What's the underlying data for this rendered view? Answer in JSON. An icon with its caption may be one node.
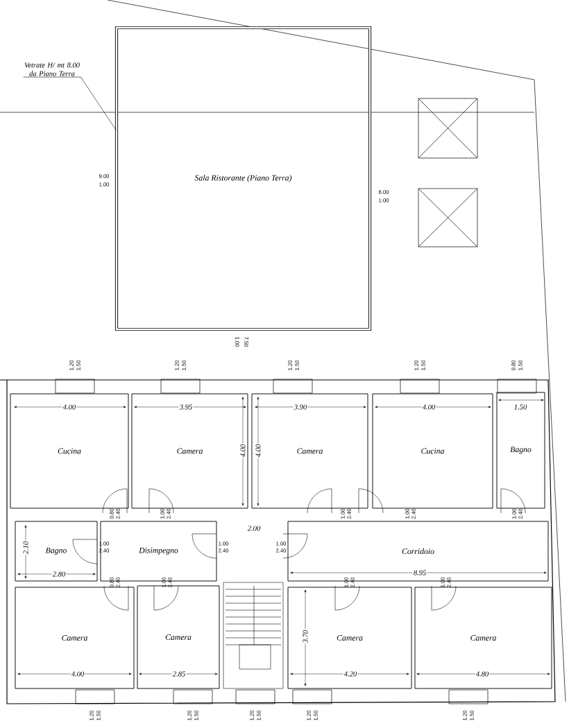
{
  "diagram": {
    "nodes": [
      {
        "text": [
          "Vetrate H/ mt 8.00 da Piano Terra"
        ]
      },
      {
        "text": [
          "Sala Ristorante (Piano Terra)"
        ]
      },
      {
        "text": [
          "Cucina"
        ]
      },
      {
        "text": [
          "Camera"
        ]
      },
      {
        "text": [
          "Camera"
        ]
      },
      {
        "text": [
          "Cucina"
        ]
      },
      {
        "text": [
          "Bagno"
        ]
      },
      {
        "text": [
          "Bagno"
        ]
      },
      {
        "text": [
          "Disimpegno"
        ]
      },
      {
        "text": [
          "Corridoio"
        ]
      },
      {
        "text": [
          "Camera"
        ]
      },
      {
        "text": [
          "Camera"
        ]
      },
      {
        "text": [
          "Camera"
        ]
      },
      {
        "text": [
          "Camera"
        ]
      }
    ],
    "edges": [
      {
        "from": 0,
        "to": 1,
        "arrow": "none"
      }
    ],
    "labels": [
      "9.00",
      "1.00",
      "8.00",
      "1.00",
      "1.00",
      "7.50",
      "1.20",
      "1.50",
      "1.20",
      "1.50",
      "1.20",
      "1.50",
      "1.20",
      "1.50",
      "0.80",
      "1.50",
      "4.00",
      "3.95",
      "3.90",
      "4.00",
      "1.50",
      "4.00",
      "4.00",
      "0.80",
      "2.40",
      "1.00",
      "2.40",
      "1.00",
      "2.40",
      "1.00",
      "2.40",
      "1.00",
      "2.40",
      "2.00",
      "1.00",
      "2.40",
      "1.00",
      "2.40",
      "1.00",
      "2.40",
      "2.10",
      "2.80",
      "8.95",
      "0.80",
      "2.40",
      "1.00",
      "2.40",
      "1.00",
      "2.40",
      "1.00",
      "2.40",
      "3.70",
      "4.00",
      "2.85",
      "4.20",
      "4.80",
      "1.20",
      "1.50",
      "1.20",
      "1.50",
      "1.20",
      "1.50",
      "1.20",
      "1.50",
      "1.20",
      "1.50"
    ]
  }
}
